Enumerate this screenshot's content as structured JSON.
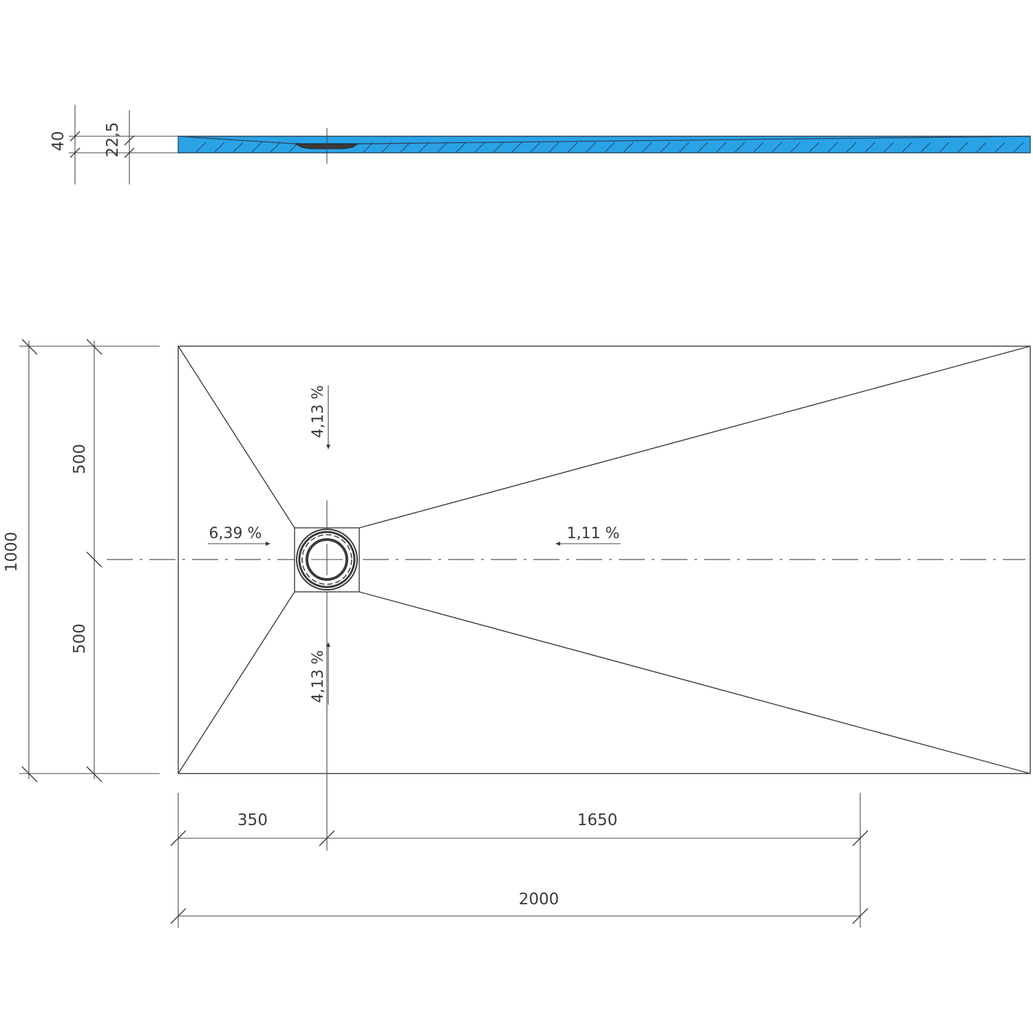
{
  "section_view": {
    "dimensions": {
      "total_height": "40",
      "sump_depth": "22,5"
    },
    "colors": {
      "fill": "#2aa3e6",
      "outline": "#2a4a66",
      "hatch": "#1f4f7a"
    }
  },
  "plan_view": {
    "dimensions": {
      "width": "2000",
      "depth": "1000",
      "half_depth_top": "500",
      "half_depth_bottom": "500",
      "drain_offset": "350",
      "remaining_length": "1650"
    },
    "slopes": {
      "top": "4,13 %",
      "bottom": "4,13 %",
      "left": "6,39 %",
      "right": "1,11 %"
    }
  }
}
